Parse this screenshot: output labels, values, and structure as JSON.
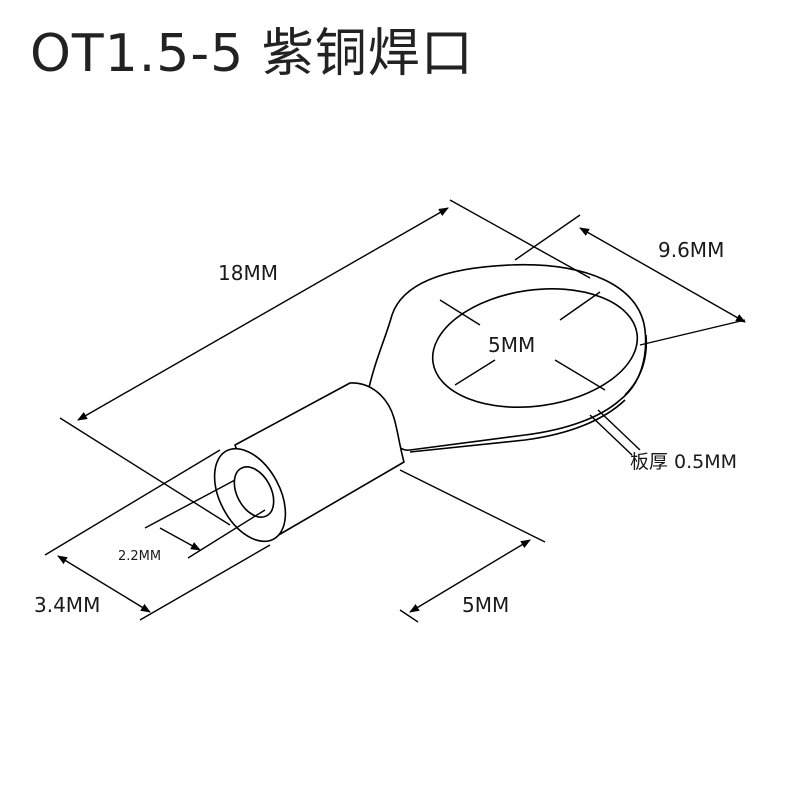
{
  "title": "OT1.5-5 紫铜焊口",
  "labels": {
    "total_length": "18MM",
    "ring_width": "9.6MM",
    "hole_diameter": "5MM",
    "plate_thickness": "板厚 0.5MM",
    "inner_diameter": "2.2MM",
    "outer_diameter": "3.4MM",
    "barrel_length": "5MM"
  }
}
